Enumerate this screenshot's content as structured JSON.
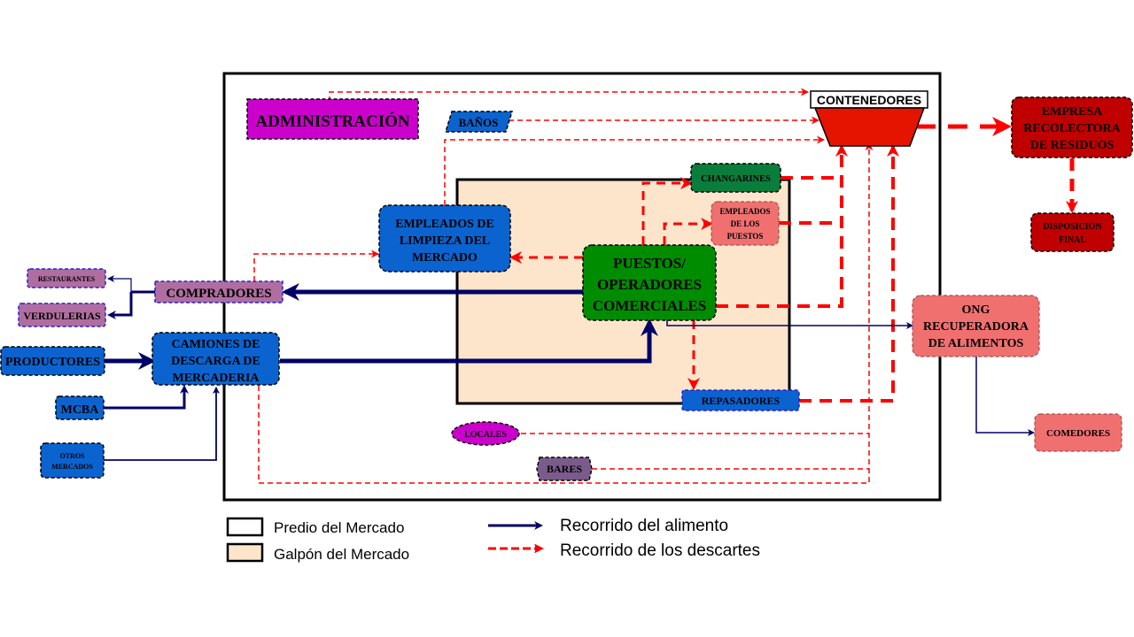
{
  "diagram": {
    "regions": {
      "predio": {
        "label": "Predio del Mercado",
        "fill": "#ffffff"
      },
      "galpon": {
        "label": "Galpón del Mercado",
        "fill": "#fde5cc"
      }
    },
    "nodes": {
      "administracion": {
        "lines": [
          "ADMINISTRACIÓN"
        ],
        "fill": "#cc00cc"
      },
      "banos": {
        "lines": [
          "BAÑOS"
        ],
        "fill": "#0b63cf"
      },
      "contenedores": {
        "lines": [
          "CONTENEDORES"
        ],
        "fill": "#e51400"
      },
      "empresa": {
        "lines": [
          "EMPRESA",
          "RECOLECTORA",
          "DE RESIDUOS"
        ],
        "fill": "#c00000"
      },
      "disposicion": {
        "lines": [
          "DISPOSICIÓN",
          "FINAL"
        ],
        "fill": "#c00000"
      },
      "changarines": {
        "lines": [
          "CHANGARINES"
        ],
        "fill": "#0a7d3c"
      },
      "empleados_puestos": {
        "lines": [
          "EMPLEADOS",
          "DE LOS",
          "PUESTOS"
        ],
        "fill": "#f07070"
      },
      "empleados_limpieza": {
        "lines": [
          "EMPLEADOS DE",
          "LIMPIEZA DEL",
          "MERCADO"
        ],
        "fill": "#0b63cf"
      },
      "puestos": {
        "lines": [
          "PUESTOS/",
          "OPERADORES",
          "COMERCIALES"
        ],
        "fill": "#008c00"
      },
      "compradores": {
        "lines": [
          "COMPRADORES"
        ],
        "fill": "#b06ea0"
      },
      "restaurantes": {
        "lines": [
          "RESTAURANTES"
        ],
        "fill": "#b06ea0"
      },
      "verdulerias": {
        "lines": [
          "VERDULERIAS"
        ],
        "fill": "#b06ea0"
      },
      "productores": {
        "lines": [
          "PRODUCTORES"
        ],
        "fill": "#0b63cf"
      },
      "camiones": {
        "lines": [
          "CAMIONES DE",
          "DESCARGA DE",
          "MERCADERIA"
        ],
        "fill": "#0b63cf"
      },
      "mcba": {
        "lines": [
          "MCBA"
        ],
        "fill": "#0b63cf"
      },
      "otros_mercados": {
        "lines": [
          "OTROS",
          "MERCADOS"
        ],
        "fill": "#0b63cf"
      },
      "repasadores": {
        "lines": [
          "REPASADORES"
        ],
        "fill": "#0b63cf"
      },
      "locales": {
        "lines": [
          "LOCALES"
        ],
        "fill": "#cc00cc"
      },
      "bares": {
        "lines": [
          "BARES"
        ],
        "fill": "#7a5c8c"
      },
      "ong": {
        "lines": [
          "ONG",
          "RECUPERADORA",
          "DE ALIMENTOS"
        ],
        "fill": "#f07070"
      },
      "comedores": {
        "lines": [
          "COMEDORES"
        ],
        "fill": "#f07070"
      }
    },
    "legend": {
      "food_path": {
        "label": "Recorrido del alimento",
        "color": "#000066"
      },
      "waste_path": {
        "label": "Recorrido de los descartes",
        "color": "#ff0000"
      }
    },
    "edges": {
      "food": [
        [
          "productores",
          "camiones"
        ],
        [
          "mcba",
          "camiones"
        ],
        [
          "otros_mercados",
          "camiones"
        ],
        [
          "camiones",
          "puestos"
        ],
        [
          "puestos",
          "compradores"
        ],
        [
          "compradores",
          "restaurantes"
        ],
        [
          "compradores",
          "verdulerias"
        ],
        [
          "puestos",
          "ong"
        ],
        [
          "ong",
          "comedores"
        ]
      ],
      "waste": [
        [
          "administracion",
          "contenedores"
        ],
        [
          "banos",
          "contenedores"
        ],
        [
          "empleados_limpieza",
          "contenedores"
        ],
        [
          "puestos",
          "empleados_limpieza"
        ],
        [
          "puestos",
          "changarines"
        ],
        [
          "puestos",
          "empleados_puestos"
        ],
        [
          "puestos",
          "repasadores"
        ],
        [
          "changarines",
          "contenedores"
        ],
        [
          "empleados_puestos",
          "contenedores"
        ],
        [
          "puestos",
          "contenedores"
        ],
        [
          "repasadores",
          "contenedores"
        ],
        [
          "locales",
          "contenedores"
        ],
        [
          "bares",
          "contenedores"
        ],
        [
          "compradores",
          "empleados_limpieza"
        ],
        [
          "camiones",
          "contenedores"
        ],
        [
          "contenedores",
          "empresa"
        ],
        [
          "empresa",
          "disposicion"
        ]
      ]
    }
  }
}
